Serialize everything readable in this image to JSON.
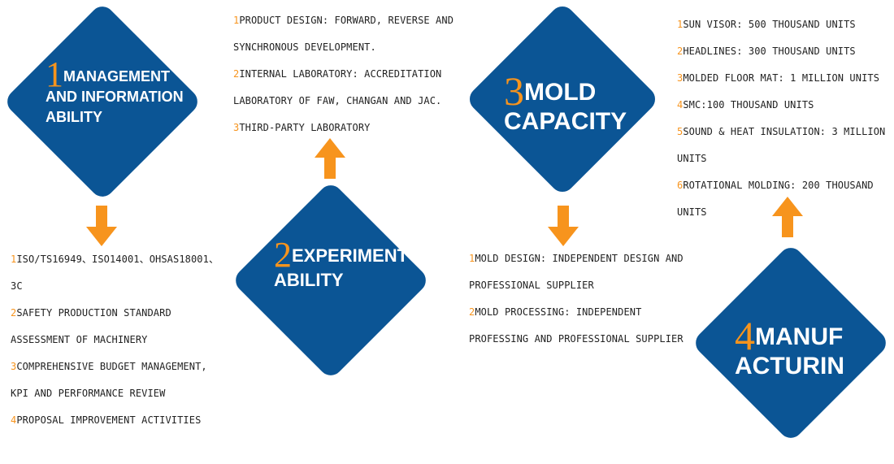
{
  "accent_color": "#f7941d",
  "diamond_color": "#0b5595",
  "sections": [
    {
      "number": "1",
      "title_lines": [
        "MANAGEMENT",
        "AND INFORMATION",
        "ABILITY"
      ],
      "items": [
        {
          "n": "1",
          "text": "ISO/TS16949、ISO14001、OHSAS18001、"
        },
        {
          "n": "",
          "text": "3C"
        },
        {
          "n": "2",
          "text": "SAFETY PRODUCTION STANDARD"
        },
        {
          "n": "",
          "text": "ASSESSMENT OF MACHINERY"
        },
        {
          "n": "3",
          "text": "COMPREHENSIVE BUDGET MANAGEMENT,"
        },
        {
          "n": "",
          "text": "KPI AND PERFORMANCE REVIEW"
        },
        {
          "n": "4",
          "text": "PROPOSAL IMPROVEMENT ACTIVITIES"
        }
      ]
    },
    {
      "number": "2",
      "title_lines": [
        "EXPERIMENT",
        "ABILITY"
      ],
      "items": [
        {
          "n": "1",
          "text": "PRODUCT DESIGN: FORWARD, REVERSE AND"
        },
        {
          "n": "",
          "text": "SYNCHRONOUS DEVELOPMENT."
        },
        {
          "n": "2",
          "text": "INTERNAL LABORATORY: ACCREDITATION"
        },
        {
          "n": "",
          "text": "LABORATORY OF FAW, CHANGAN AND JAC."
        },
        {
          "n": "3",
          "text": "THIRD-PARTY LABORATORY"
        }
      ]
    },
    {
      "number": "3",
      "title_lines": [
        "MOLD",
        "CAPACITY"
      ],
      "items": [
        {
          "n": "1",
          "text": "MOLD DESIGN: INDEPENDENT DESIGN AND"
        },
        {
          "n": "",
          "text": "PROFESSIONAL SUPPLIER"
        },
        {
          "n": "2",
          "text": "MOLD PROCESSING: INDEPENDENT"
        },
        {
          "n": "",
          "text": "PROFESSING AND PROFESSIONAL SUPPLIER"
        }
      ]
    },
    {
      "number": "4",
      "title_lines": [
        "MANUF",
        "ACTURIN"
      ],
      "items": [
        {
          "n": "1",
          "text": "SUN VISOR: 500 THOUSAND UNITS"
        },
        {
          "n": "2",
          "text": "HEADLINES: 300 THOUSAND UNITS"
        },
        {
          "n": "3",
          "text": "MOLDED FLOOR MAT: 1 MILLION UNITS"
        },
        {
          "n": "4",
          "text": "SMC:100 THOUSAND UNITS"
        },
        {
          "n": "5",
          "text": "SOUND & HEAT INSULATION: 3 MILLION"
        },
        {
          "n": "",
          "text": "UNITS"
        },
        {
          "n": "6",
          "text": "ROTATIONAL MOLDING: 200 THOUSAND"
        },
        {
          "n": "",
          "text": "UNITS"
        }
      ]
    }
  ]
}
